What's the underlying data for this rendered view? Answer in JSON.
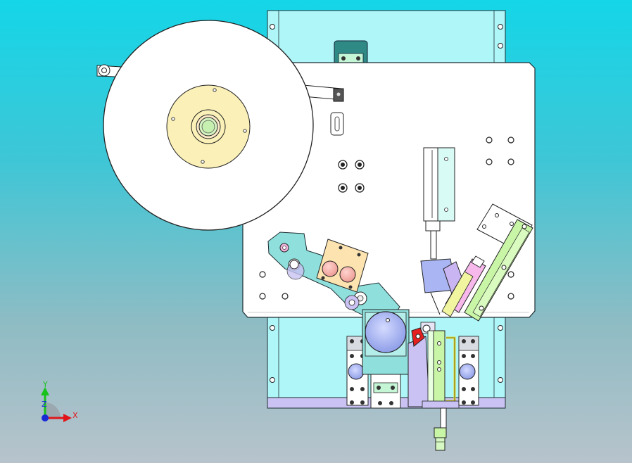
{
  "view": {
    "background_top": "#14d6e8",
    "background_bottom": "#b7c3cc"
  },
  "triad": {
    "x_label": "X",
    "y_label": "Y",
    "z_label": "Z",
    "x_color": "#e0161b",
    "y_color": "#16c21b",
    "z_color": "#1a2bd6"
  },
  "colors": {
    "frame": "#aef6f8",
    "plate": "#ffffff",
    "reel_hub": "#fbf1b8",
    "base": "#c9c2f2",
    "bracket_teal": "#8fe0dc",
    "block_peach": "#fde3b0",
    "pad_pink": "#f5b6b0",
    "green_rail": "#c8f5a6",
    "pink_strip": "#f7b8ec",
    "blue_cyl": "#aab6f4",
    "red_part": "#e62020",
    "yellow_rod": "#f1e94a"
  }
}
